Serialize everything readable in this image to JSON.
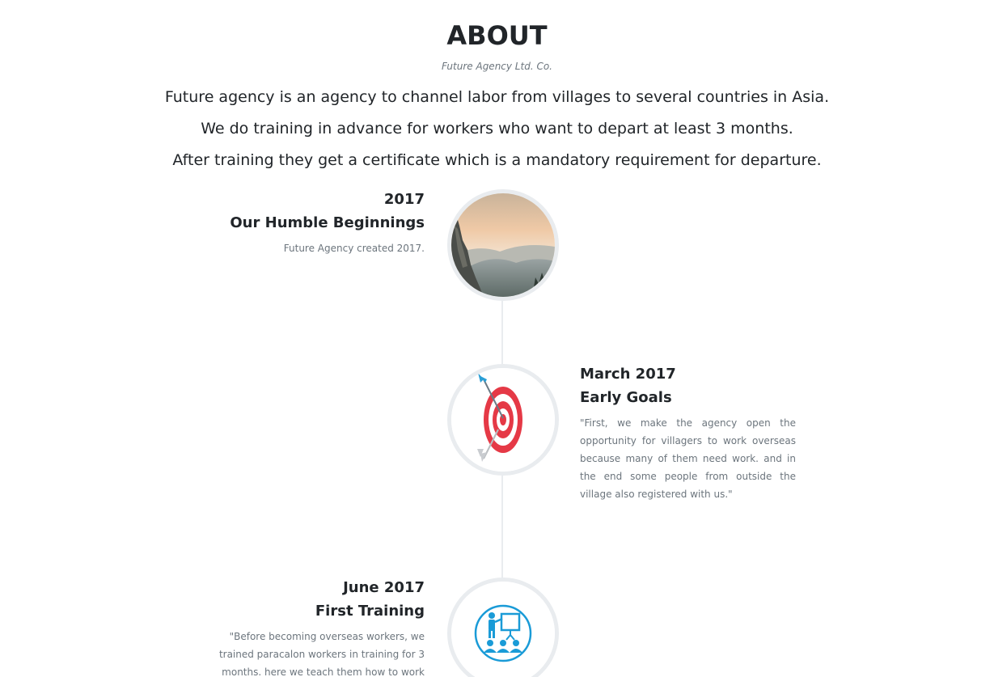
{
  "about": {
    "title": "ABOUT",
    "subtitle": "Future Agency Ltd. Co.",
    "lines": [
      "Future agency is an agency to channel labor from villages to several countries in Asia.",
      "We do training in advance for workers who want to depart at least 3 months.",
      "After training they get a certificate which is a mandatory requirement for departure."
    ]
  },
  "timeline": [
    {
      "date": "2017",
      "title": "Our Humble Beginnings",
      "body": "Future Agency created 2017.",
      "icon": "mountain-landscape-photo"
    },
    {
      "date": "March 2017",
      "title": "Early Goals",
      "body": "\"First, we make the agency open the opportunity for villagers to work overseas because many of them need work. and in the end some people from outside the village also registered with us.\"",
      "icon": "target-arrow-icon"
    },
    {
      "date": "June 2017",
      "title": "First Training",
      "body": "\"Before becoming overseas workers, we trained paracalon workers in training for 3 months. here we teach them how to work well",
      "icon": "training-presentation-icon"
    }
  ],
  "colors": {
    "heading": "#212529",
    "muted": "#6c757d",
    "line": "#e9ecef",
    "target_red": "#e53946",
    "arrow_blue": "#2a9fd6",
    "training_blue": "#1a9bd7"
  }
}
